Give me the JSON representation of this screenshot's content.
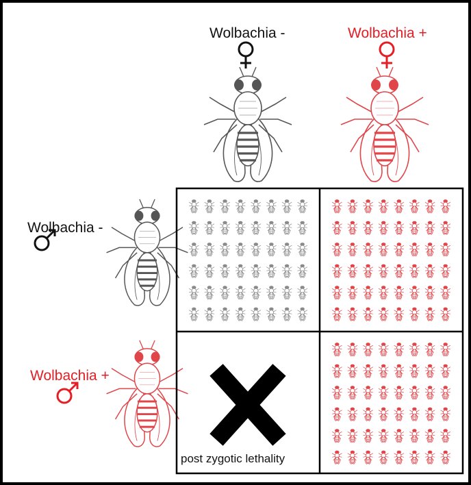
{
  "colors": {
    "infected": "#e31e24",
    "uninfected": "#111111",
    "fly_infected": "#e0454a",
    "fly_uninfected": "#555555"
  },
  "columns": [
    {
      "label": "Wolbachia -",
      "sex_symbol": "female-symbol-icon",
      "status": "uninfected"
    },
    {
      "label": "Wolbachia +",
      "sex_symbol": "female-symbol-icon",
      "status": "infected"
    }
  ],
  "rows": [
    {
      "label": "Wolbachia -",
      "sex_symbol": "male-symbol-icon",
      "status": "uninfected"
    },
    {
      "label": "Wolbachia +",
      "sex_symbol": "male-symbol-icon",
      "status": "infected"
    }
  ],
  "cells": [
    {
      "outcome": "offspring",
      "status": "uninfected",
      "rows": 6,
      "cols": 8
    },
    {
      "outcome": "offspring",
      "status": "infected",
      "rows": 6,
      "cols": 8
    },
    {
      "outcome": "lethal",
      "status": "none",
      "icon": "x-mark-icon",
      "note": "post zygotic lethality"
    },
    {
      "outcome": "offspring",
      "status": "infected",
      "rows": 6,
      "cols": 8
    }
  ]
}
